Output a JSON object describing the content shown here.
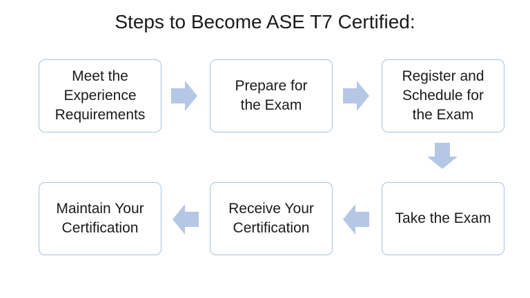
{
  "title": "Steps to Become ASE T7 Certified:",
  "steps": [
    {
      "label": "Meet the\nExperience\nRequirements"
    },
    {
      "label": "Prepare for\nthe Exam"
    },
    {
      "label": "Register and\nSchedule for\nthe Exam"
    },
    {
      "label": "Take the Exam"
    },
    {
      "label": "Receive Your\nCertification"
    },
    {
      "label": "Maintain Your\nCertification"
    }
  ],
  "colors": {
    "box_border": "#a9c0e0",
    "arrow": "#b4c8e6",
    "text": "#1a1a1a"
  }
}
